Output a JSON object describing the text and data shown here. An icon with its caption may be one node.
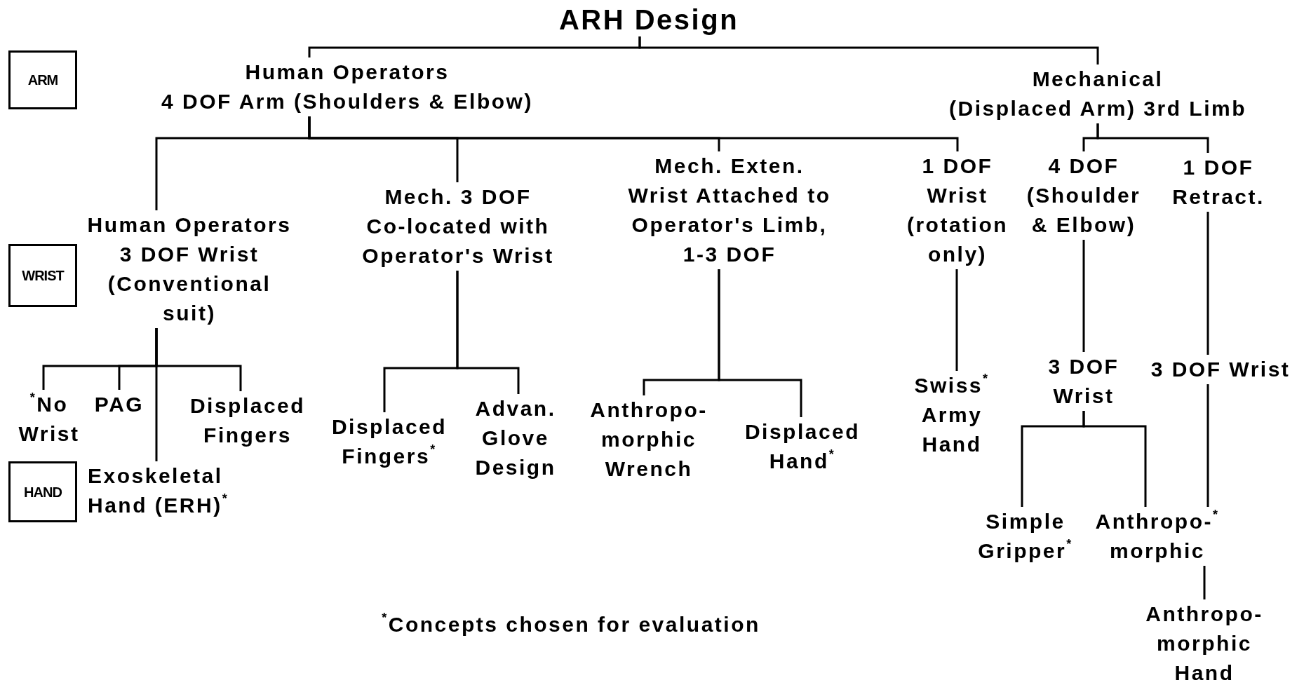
{
  "diagram": {
    "nodes": [
      {
        "text": [
          "ARH Design"
        ]
      },
      {
        "text": [
          "Human Operators",
          "4 DOF Arm (Shoulders & Elbow)"
        ]
      },
      {
        "text": [
          "Mechanical",
          "(Displaced Arm) 3rd Limb"
        ]
      },
      {
        "text": [
          "Human Operators 3 DOF Wrist",
          "(Conventional suit)"
        ]
      },
      {
        "text": [
          "Mech. 3 DOF Co-located with Operator's Wrist"
        ]
      },
      {
        "text": [
          "Mech. Exten. Wrist Attached to Operator's Limb, 1-3 DOF"
        ]
      },
      {
        "text": [
          "1 DOF Wrist (rotation only)"
        ]
      },
      {
        "text": [
          "4 DOF (Shoulder & Elbow)"
        ]
      },
      {
        "text": [
          "1 DOF Retract."
        ]
      },
      {
        "text": [
          "$^{*}$No Wrist"
        ]
      },
      {
        "text": [
          "PAG"
        ]
      },
      {
        "text": [
          "Displaced Fingers"
        ]
      },
      {
        "text": [
          "Exoskeletal Hand (ERH)$^{*}$"
        ]
      },
      {
        "text": [
          "Displaced Fingers$^{*}$"
        ]
      },
      {
        "text": [
          "Advan. Glove Design"
        ]
      },
      {
        "text": [
          "Anthropo- morphic Wrench"
        ]
      },
      {
        "text": [
          "Displaced Hand$^{*}$"
        ]
      },
      {
        "text": [
          "Swiss$^{*}$ Army Hand"
        ]
      },
      {
        "text": [
          "3 DOF Wrist"
        ]
      },
      {
        "text": [
          "3 DOF Wrist"
        ]
      },
      {
        "text": [
          "Simple Gripper$^{*}$"
        ]
      },
      {
        "text": [
          "Anthropo-$^{*}$ morphic"
        ]
      },
      {
        "text": [
          "Anthropo- morphic Hand"
        ]
      },
      {
        "text": [
          "ARM"
        ]
      },
      {
        "text": [
          "WRIST"
        ]
      },
      {
        "text": [
          "HAND"
        ]
      }
    ],
    "edges": [
      {
        "from": 0,
        "to": 1,
        "arrow": "none"
      },
      {
        "from": 0,
        "to": 2,
        "arrow": "none"
      },
      {
        "from": 1,
        "to": 3,
        "arrow": "none"
      },
      {
        "from": 1,
        "to": 4,
        "arrow": "none"
      },
      {
        "from": 1,
        "to": 5,
        "arrow": "none"
      },
      {
        "from": 1,
        "to": 6,
        "arrow": "none"
      },
      {
        "from": 2,
        "to": 7,
        "arrow": "none"
      },
      {
        "from": 2,
        "to": 8,
        "arrow": "none"
      },
      {
        "from": 3,
        "to": 9,
        "arrow": "none"
      },
      {
        "from": 3,
        "to": 10,
        "arrow": "none"
      },
      {
        "from": 3,
        "to": 11,
        "arrow": "none"
      },
      {
        "from": 3,
        "to": 12,
        "arrow": "none"
      },
      {
        "from": 4,
        "to": 13,
        "arrow": "none"
      },
      {
        "from": 4,
        "to": 14,
        "arrow": "none"
      },
      {
        "from": 5,
        "to": 15,
        "arrow": "none"
      },
      {
        "from": 5,
        "to": 16,
        "arrow": "none"
      },
      {
        "from": 6,
        "to": 17,
        "arrow": "none"
      },
      {
        "from": 7,
        "to": 18,
        "arrow": "none"
      },
      {
        "from": 8,
        "to": 19,
        "arrow": "none"
      },
      {
        "from": 18,
        "to": 20,
        "arrow": "none"
      },
      {
        "from": 18,
        "to": 21,
        "arrow": "none"
      },
      {
        "from": 19,
        "to": 21,
        "arrow": "none"
      },
      {
        "from": 21,
        "to": 22,
        "arrow": "none"
      }
    ],
    "labels": [
      "$^{*}$Concepts chosen for evaluation"
    ]
  }
}
